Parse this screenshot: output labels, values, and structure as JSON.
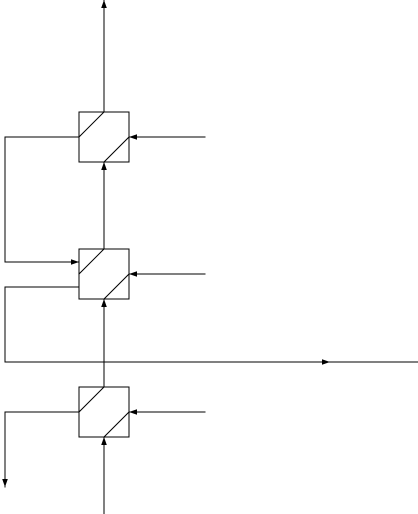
{
  "diagram": {
    "type": "process-flow-schematic",
    "description_visible_text": "",
    "colors": {
      "stroke": "#000000",
      "background": "#ffffff",
      "block_fill": "#ffffff"
    },
    "blocks": [
      {
        "id": "top",
        "icon": "double-diagonal-exchanger-icon"
      },
      {
        "id": "middle",
        "icon": "double-diagonal-exchanger-icon"
      },
      {
        "id": "bottom",
        "icon": "double-diagonal-exchanger-icon"
      }
    ],
    "streams": [
      {
        "id": "top-output",
        "from": "top",
        "to": "outside-top"
      },
      {
        "id": "top-side-input",
        "from": "outside-right",
        "to": "top"
      },
      {
        "id": "top-to-middle-loop",
        "from": "top",
        "to": "middle"
      },
      {
        "id": "middle-to-top",
        "from": "middle",
        "to": "top"
      },
      {
        "id": "middle-side-input",
        "from": "outside-right",
        "to": "middle"
      },
      {
        "id": "middle-left-output",
        "from": "middle",
        "to": "outside-right"
      },
      {
        "id": "bottom-to-middle",
        "from": "bottom",
        "to": "middle"
      },
      {
        "id": "bottom-side-input",
        "from": "outside-right",
        "to": "bottom"
      },
      {
        "id": "bottom-left-output",
        "from": "bottom",
        "to": "outside-bottom-left"
      },
      {
        "id": "bottom-input",
        "from": "outside-bottom",
        "to": "bottom"
      }
    ]
  }
}
